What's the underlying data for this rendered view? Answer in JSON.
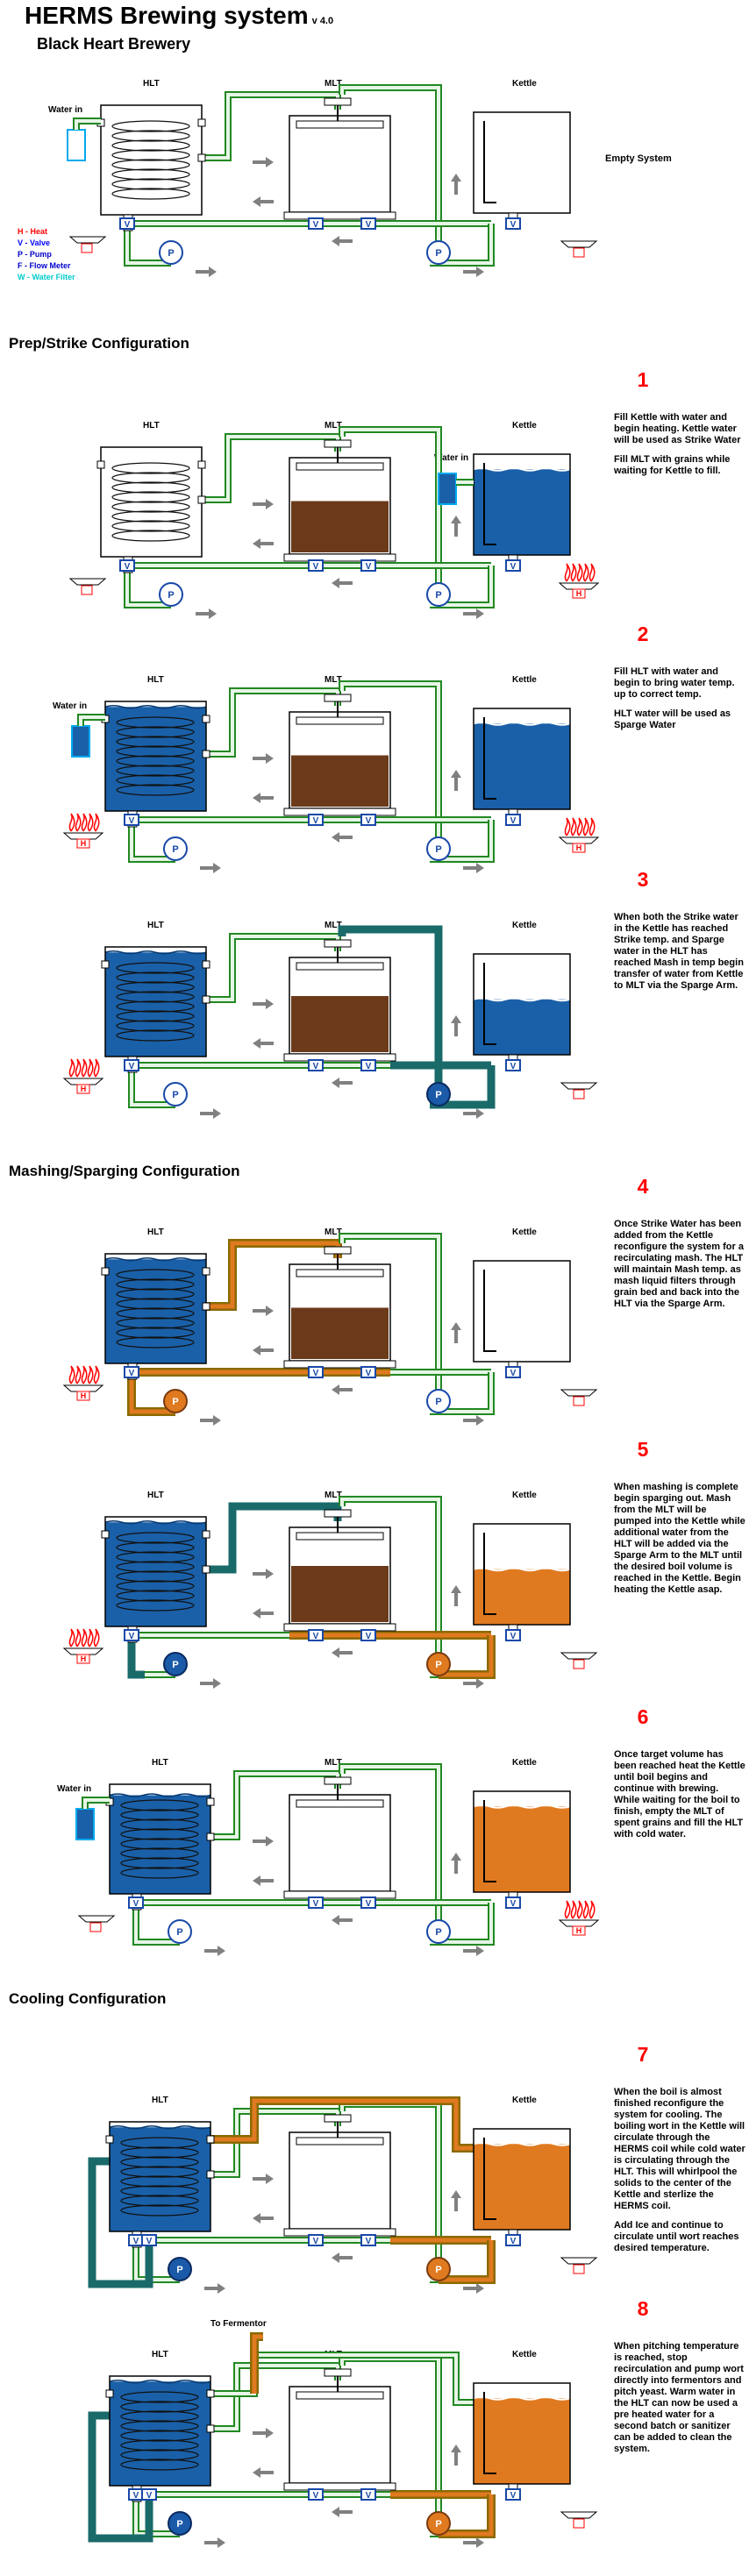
{
  "header": {
    "title": "HERMS Brewing system",
    "version": "v 4.0",
    "subtitle": "Black Heart Brewery"
  },
  "colors": {
    "pipe_idle_outer": "#228822",
    "pipe_idle_inner": "#e6f5e6",
    "pipe_hot_outer": "#8a6a00",
    "pipe_hot_inner": "#e07a20",
    "pipe_cold": "#1a6a6a",
    "water": "#1a60a8",
    "mash": "#6b3a1a",
    "wort": "#e07a20",
    "valve": "#1848a8",
    "heat": "#ff0000",
    "filter": "#00aaee"
  },
  "legend": [
    {
      "text": "H - Heat",
      "color": "#ff0000"
    },
    {
      "text": "V - Valve",
      "color": "#0000ff"
    },
    {
      "text": "P - Pump",
      "color": "#0000cc"
    },
    {
      "text": "F - Flow Meter",
      "color": "#0000cc"
    },
    {
      "text": "W - Water Filter",
      "color": "#00cccc"
    }
  ],
  "labels": {
    "hlt": "HLT",
    "mlt": "MLT",
    "kettle": "Kettle",
    "water_in": "Water in",
    "to_fermentor": "To Fermentor",
    "empty_system": "Empty System"
  },
  "sections": [
    {
      "id": "prep",
      "title": "Prep/Strike Configuration"
    },
    {
      "id": "mash",
      "title": "Mashing/Sparging Configuration"
    },
    {
      "id": "cool",
      "title": "Cooling Configuration"
    }
  ],
  "steps": [
    {
      "number": "",
      "paragraphs": []
    },
    {
      "number": "1",
      "paragraphs": [
        "Fill Kettle with water and begin heating. Kettle water will be used as Strike Water",
        "Fill MLT with grains while waiting for Kettle to fill."
      ]
    },
    {
      "number": "2",
      "paragraphs": [
        "Fill HLT with water and begin to bring water temp. up to correct temp.",
        "HLT water will be used as Sparge Water"
      ]
    },
    {
      "number": "3",
      "paragraphs": [
        "When both the Strike water in the Kettle has reached Strike temp. and Sparge water in the HLT has reached Mash in temp begin transfer of water from Kettle to MLT via the Sparge Arm."
      ]
    },
    {
      "number": "4",
      "paragraphs": [
        "Once Strike Water has been added from the Kettle reconfigure the system for a recirculating mash. The HLT will maintain Mash temp. as mash liquid filters through grain bed and back into the HLT via the Sparge Arm."
      ]
    },
    {
      "number": "5",
      "paragraphs": [
        "When mashing is complete begin sparging out. Mash from the MLT will be pumped into the Kettle while additional water from the HLT will be added via the Sparge Arm to the MLT until the desired boil volume is reached in the Kettle. Begin heating the Kettle asap."
      ]
    },
    {
      "number": "6",
      "paragraphs": [
        "Once target volume has been reached heat the Kettle until boil begins and continue with brewing. While waiting for the boil to finish, empty the MLT of spent grains and fill the HLT with cold water."
      ]
    },
    {
      "number": "7",
      "paragraphs": [
        "When the boil is almost finished reconfigure the system for cooling. The boiling wort in the Kettle will circulate through the HERMS coil while cold water is circulating through the HLT. This will whirlpool the solids to the center of the Kettle and sterlize the HERMS coil.",
        "Add Ice and continue to circulate until wort reaches desired temperature."
      ]
    },
    {
      "number": "8",
      "paragraphs": [
        "When pitching temperature is reached, stop recirculation and pump wort directly into fermentors and pitch yeast. Warm water in the HLT can now be used a pre heated water for a second batch or sanitizer can be added to clean the system."
      ]
    }
  ],
  "panels": [
    {
      "hlt": 0,
      "mlt": "empty",
      "kettle": 0,
      "hltHeat": false,
      "kettleHeat": false,
      "waterIn": "hlt",
      "mode": "idle",
      "pumpL": "idle",
      "pumpR": "idle",
      "mash": 0
    },
    {
      "hlt": 0,
      "mlt": "mash",
      "kettle": 0.85,
      "hltHeat": false,
      "kettleHeat": true,
      "waterIn": "kettle",
      "mode": "idle",
      "pumpL": "idle",
      "pumpR": "idle",
      "mash": 0.55
    },
    {
      "hlt": 0.95,
      "mlt": "mash",
      "kettle": 0.85,
      "hltHeat": true,
      "kettleHeat": true,
      "waterIn": "hlt",
      "mode": "idle",
      "pumpL": "idle",
      "pumpR": "idle",
      "mash": 0.55
    },
    {
      "hlt": 0.95,
      "mlt": "mash",
      "kettle": 0.55,
      "hltHeat": true,
      "kettleHeat": false,
      "waterIn": "",
      "mode": "strike",
      "pumpL": "idle",
      "pumpR": "cold",
      "mash": 0.6
    },
    {
      "hlt": 0.95,
      "mlt": "mash",
      "kettle": 0,
      "hltHeat": true,
      "kettleHeat": false,
      "waterIn": "",
      "mode": "recirc",
      "pumpL": "hot",
      "pumpR": "idle",
      "mash": 0.55
    },
    {
      "hlt": 0.95,
      "mlt": "mash",
      "kettle": 0.55,
      "hltHeat": true,
      "kettleHeat": false,
      "waterIn": "",
      "mode": "sparge",
      "pumpL": "cold",
      "pumpR": "hot",
      "mash": 0.6
    },
    {
      "hlt": 0.9,
      "mlt": "empty",
      "kettle": 0.85,
      "hltHeat": false,
      "kettleHeat": true,
      "waterIn": "hlt",
      "mode": "idle",
      "pumpL": "idle",
      "pumpR": "idle",
      "mash": 0
    },
    {
      "hlt": 0.95,
      "mlt": "empty",
      "kettle": 0.85,
      "hltHeat": false,
      "kettleHeat": false,
      "waterIn": "",
      "mode": "cool",
      "pumpL": "cold",
      "pumpR": "hot",
      "mash": 0
    },
    {
      "hlt": 0.95,
      "mlt": "empty",
      "kettle": 0.85,
      "hltHeat": false,
      "kettleHeat": false,
      "waterIn": "",
      "mode": "ferment",
      "pumpL": "cold",
      "pumpR": "hot",
      "mash": 0
    }
  ]
}
